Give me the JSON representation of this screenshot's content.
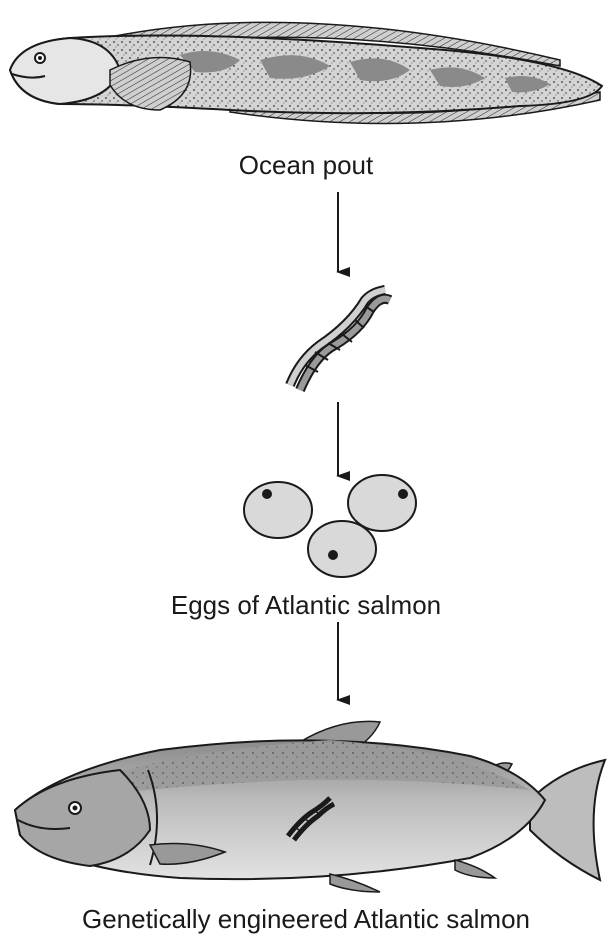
{
  "labels": {
    "ocean_pout": "Ocean pout",
    "eggs": "Eggs of Atlantic salmon",
    "salmon": "Genetically engineered Atlantic salmon"
  },
  "colors": {
    "ink": "#1a1a1a",
    "fish_body_light": "#c8c8c8",
    "fish_body_dark": "#8c8c8c",
    "egg_fill": "#d9d9d9"
  },
  "icons": [
    "ocean-pout-illustration",
    "dna-helix-icon",
    "salmon-eggs-illustration",
    "salmon-illustration"
  ]
}
